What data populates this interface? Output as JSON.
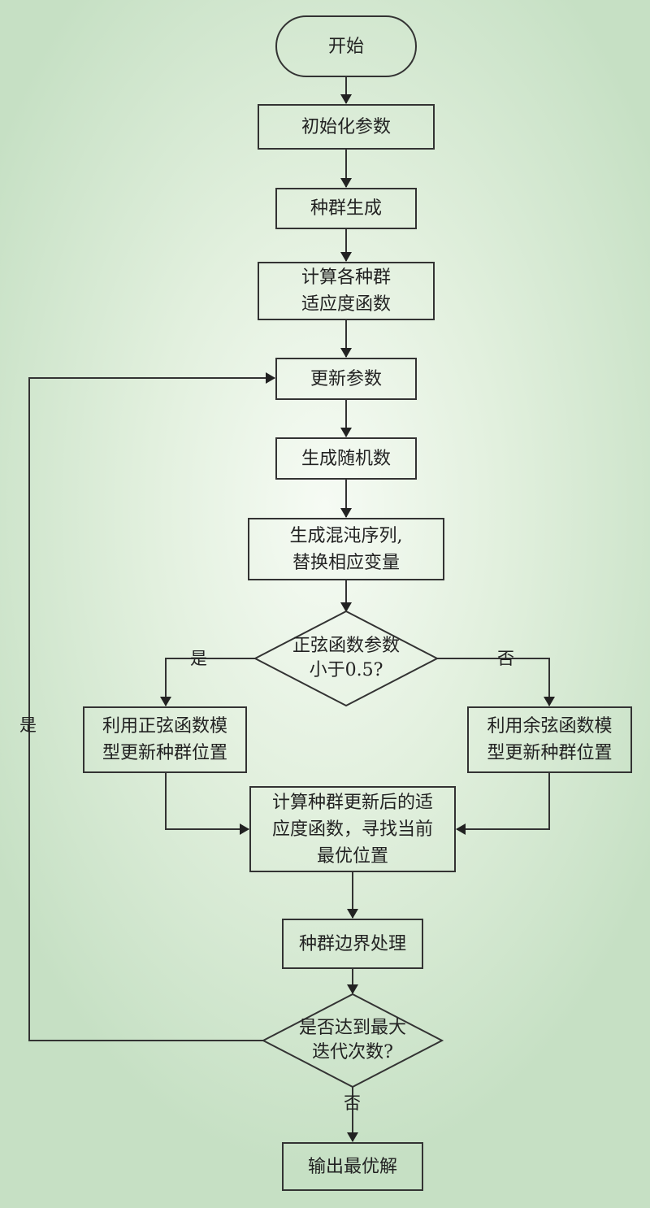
{
  "nodes": {
    "start": "开始",
    "init": "初始化参数",
    "generate": "种群生成",
    "fitness": "计算各种群\n适应度函数",
    "update_params": "更新参数",
    "random": "生成随机数",
    "chaos": "生成混沌序列,\n替换相应变量",
    "decision_sine": "正弦函数参数\n小于0.5?",
    "sine_update": "利用正弦函数模\n型更新种群位置",
    "cos_update": "利用余弦函数模\n型更新种群位置",
    "compute_best": "计算种群更新后的适\n应度函数，寻找当前\n最优位置",
    "boundary": "种群边界处理",
    "decision_max": "是否达到最大\n迭代次数?",
    "output": "输出最优解"
  },
  "labels": {
    "sine_yes": "是",
    "sine_no": "否",
    "loop_yes": "是",
    "end_no": "否"
  }
}
